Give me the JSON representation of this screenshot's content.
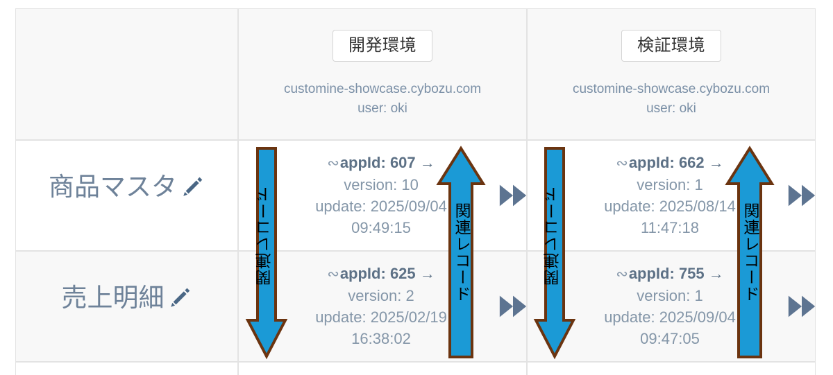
{
  "table": {
    "columns": [
      {
        "key": "app",
        "header": ""
      },
      {
        "key": "dev",
        "button_label": "開発環境",
        "domain": "customine-showcase.cybozu.com",
        "user": "user: oki"
      },
      {
        "key": "test",
        "button_label": "検証環境",
        "domain": "customine-showcase.cybozu.com",
        "user": "user: oki"
      }
    ],
    "rows": [
      {
        "label": "商品マスタ",
        "edit_icon": "pencil-icon",
        "dev": {
          "link_icon": "link-icon",
          "appid_label": "appId:",
          "appid": "607",
          "arrow": "→",
          "version_line": "version: 10",
          "update_line": "update: 2025/09/04",
          "time_line": "09:49:15",
          "forward_icon": "fast-forward-icon"
        },
        "test": {
          "link_icon": "link-icon",
          "appid_label": "appId:",
          "appid": "662",
          "arrow": "→",
          "version_line": "version: 1",
          "update_line": "update: 2025/08/14",
          "time_line": "11:47:18",
          "forward_icon": "fast-forward-icon"
        }
      },
      {
        "label": "売上明細",
        "edit_icon": "pencil-icon",
        "dev": {
          "link_icon": "link-icon",
          "appid_label": "appId:",
          "appid": "625",
          "arrow": "→",
          "version_line": "version: 2",
          "update_line": "update: 2025/02/19",
          "time_line": "16:38:02",
          "forward_icon": "fast-forward-icon"
        },
        "test": {
          "link_icon": "link-icon",
          "appid_label": "appId:",
          "appid": "755",
          "arrow": "→",
          "version_line": "version: 1",
          "update_line": "update: 2025/09/04",
          "time_line": "09:47:05",
          "forward_icon": "fast-forward-icon"
        }
      }
    ]
  },
  "annotations": {
    "related_record_label": "関連レコード",
    "arrows": [
      {
        "name": "dev-down-arrow",
        "direction": "down",
        "label": "関連レコード"
      },
      {
        "name": "dev-up-arrow",
        "direction": "up",
        "label": "関連レコード"
      },
      {
        "name": "test-down-arrow",
        "direction": "down",
        "label": "関連レコード"
      },
      {
        "name": "test-up-arrow",
        "direction": "up",
        "label": "関連レコード"
      }
    ]
  },
  "colors": {
    "arrow_fill": "#1b9ad6",
    "arrow_stroke": "#6b3410",
    "text_muted": "#8496a8",
    "text_strong": "#5d7186",
    "label_color": "#6e8299",
    "row_grey": "#f8f8f8",
    "border": "#e3e3e3"
  }
}
